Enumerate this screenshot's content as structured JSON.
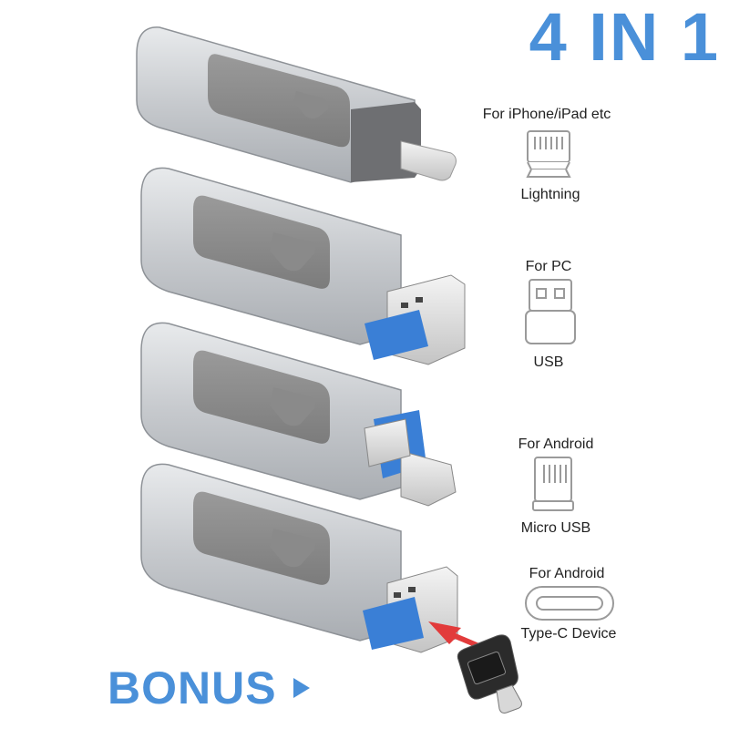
{
  "title": "4 IN 1",
  "bonus": "BONUS",
  "connectors": [
    {
      "top": "For iPhone/iPad etc",
      "bottom": "Lightning",
      "icon": "lightning-connector-icon"
    },
    {
      "top": "For PC",
      "bottom": "USB",
      "icon": "usb-connector-icon"
    },
    {
      "top": "For Android",
      "bottom": "Micro USB",
      "icon": "micro-usb-connector-icon"
    },
    {
      "top": "For Android",
      "bottom": "Type-C Device",
      "icon": "type-c-connector-icon"
    }
  ],
  "colors": {
    "accent": "#4a90d9",
    "silver": "#c9ccd0",
    "usb_blue": "#3a7fd6",
    "arrow_red": "#e23b3b"
  }
}
